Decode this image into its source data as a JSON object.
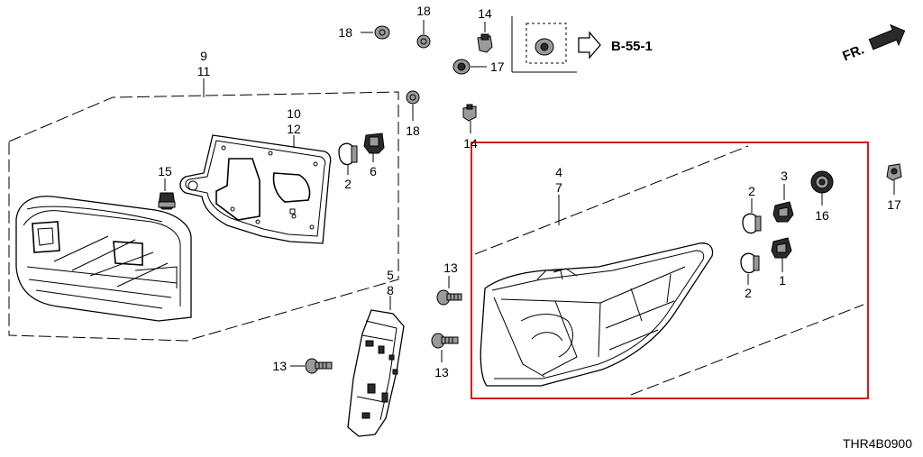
{
  "callouts": {
    "p18a": "18",
    "p18b": "18",
    "p18c": "18",
    "p14a": "14",
    "p14b": "14",
    "p17a": "17",
    "p17b": "17",
    "p9": "9",
    "p11": "11",
    "p10": "10",
    "p12": "12",
    "p15": "15",
    "p2a": "2",
    "p6": "6",
    "p4": "4",
    "p7": "7",
    "p2b": "2",
    "p2c": "2",
    "p3": "3",
    "p1": "1",
    "p16": "16",
    "p5": "5",
    "p8": "8",
    "p13a": "13",
    "p13b": "13",
    "p13c": "13"
  },
  "reference": "B-55-1",
  "direction": "FR.",
  "diagram_code": "THR4B0900",
  "colors": {
    "highlight_frame": "#d9161b",
    "ink": "#000000"
  }
}
